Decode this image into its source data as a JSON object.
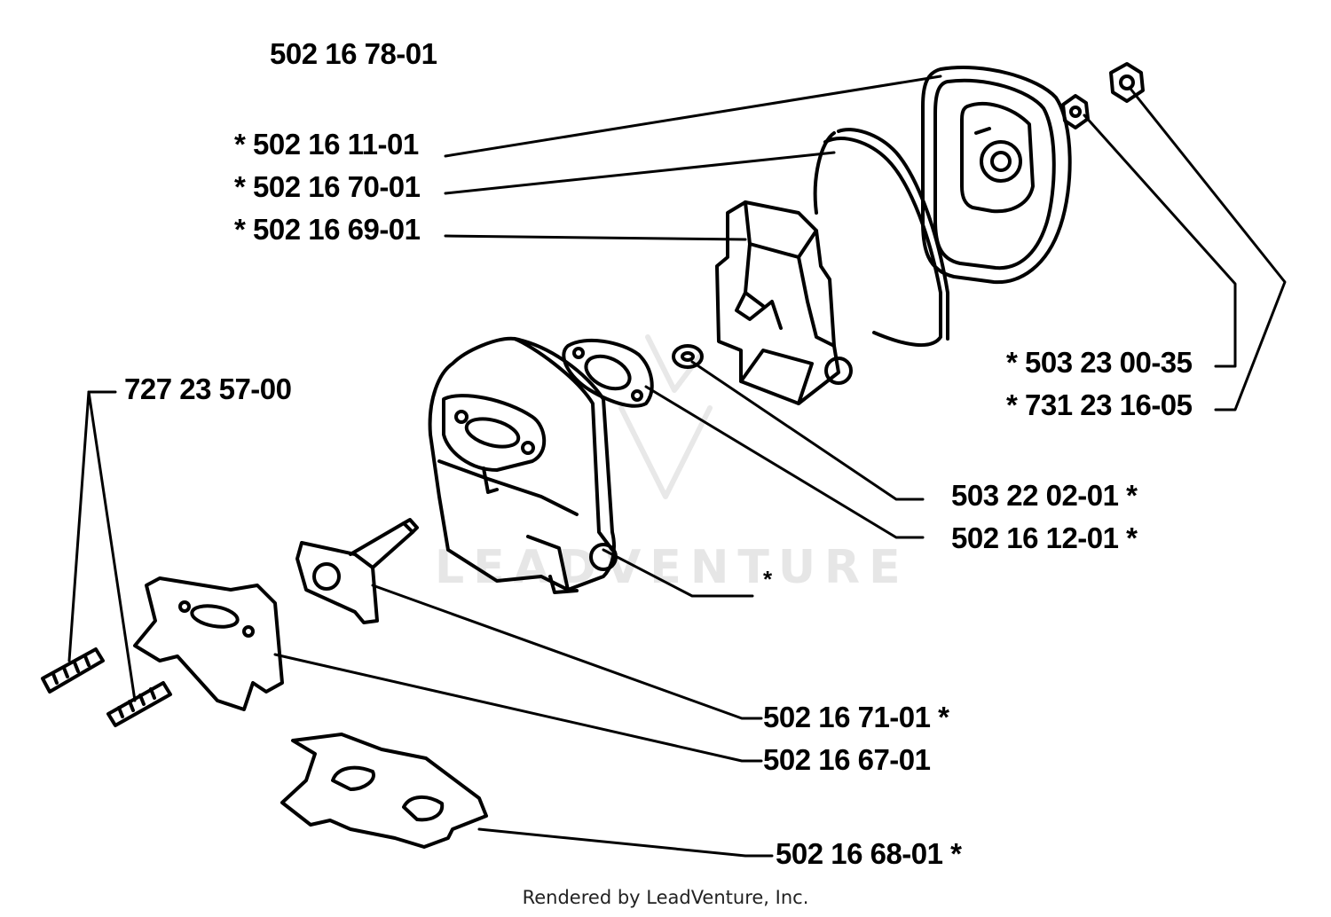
{
  "diagram": {
    "watermark": "LEADVENTURE",
    "labels": {
      "assembly": "502 16 78-01",
      "p1": "* 502 16 11-01",
      "p2": "* 502 16 70-01",
      "p3": "* 502 16 69-01",
      "p4": "* 503 23 00-35",
      "p5": "* 731 23 16-05",
      "p6": "727 23 57-00",
      "p7": "503 22 02-01  *",
      "p8": "502 16 12-01  *",
      "p9": "*",
      "p10": "502 16 71-01  *",
      "p11": "502 16 67-01",
      "p12": "502 16 68-01  *"
    },
    "footer": "Rendered by LeadVenture, Inc."
  }
}
